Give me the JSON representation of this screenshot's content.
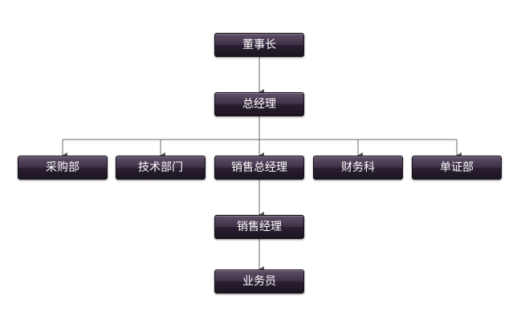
{
  "org": {
    "chairman": "董事长",
    "general_manager": "总经理",
    "departments": [
      "采购部",
      "技术部门",
      "销售总经理",
      "财务科",
      "单证部"
    ],
    "sales_manager": "销售经理",
    "salesperson": "业务员"
  },
  "colors": {
    "node_fill_top": "#5f5168",
    "node_fill_bottom": "#1c1521",
    "node_border": "#141019",
    "connector": "#6a6a6a"
  }
}
